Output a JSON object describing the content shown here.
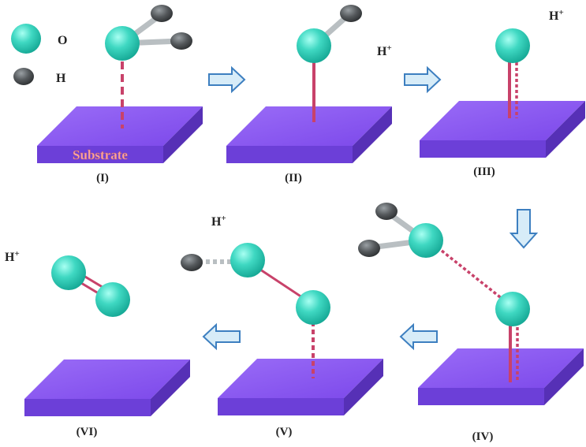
{
  "legend": {
    "o_label": "O",
    "h_label": "H"
  },
  "substrate_text": "Substrate",
  "steps": [
    {
      "label": "(I)"
    },
    {
      "label": "(II)"
    },
    {
      "label": "(III)"
    },
    {
      "label": "(IV)"
    },
    {
      "label": "(V)"
    },
    {
      "label": "(VI)"
    }
  ],
  "proton_label": "H+",
  "colors": {
    "oxygen": "#3fd8c2",
    "hydrogen": "#55595c",
    "bond_h": "#b9bfc2",
    "bond_surface": "#c8426a",
    "substrate_top": "#8a57ef",
    "substrate_front": "#6c3fd8",
    "substrate_side": "#5630b6",
    "arrow_fill": "#d7ecf8",
    "arrow_stroke": "#3d7fc0"
  }
}
